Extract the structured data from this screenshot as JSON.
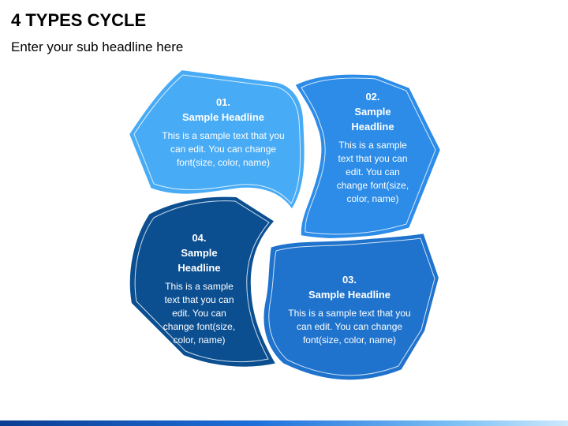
{
  "header": {
    "title": "4 TYPES CYCLE",
    "subtitle": "Enter your sub headline here"
  },
  "colors": {
    "segment_1": "#48abf5",
    "segment_2": "#2c8ce8",
    "segment_3": "#1f73cd",
    "segment_4": "#0b4f91",
    "accent_bar": "#1e6fd9"
  },
  "segments": [
    {
      "number": "01.",
      "headline": [
        "Sample Headline"
      ],
      "body": [
        "This is a sample text that you",
        "can edit. You can change",
        "font(size, color, name)"
      ]
    },
    {
      "number": "02.",
      "headline": [
        "Sample",
        "Headline"
      ],
      "body": [
        "This is a sample",
        "text that you can",
        "edit. You can",
        "change font(size,",
        "color, name)"
      ]
    },
    {
      "number": "03.",
      "headline": [
        "Sample Headline"
      ],
      "body": [
        "This is a sample text that you",
        "can edit. You can change",
        "font(size, color, name)"
      ]
    },
    {
      "number": "04.",
      "headline": [
        "Sample",
        "Headline"
      ],
      "body": [
        "This is a sample",
        "text that you can",
        "edit. You can",
        "change font(size,",
        "color, name)"
      ]
    }
  ]
}
